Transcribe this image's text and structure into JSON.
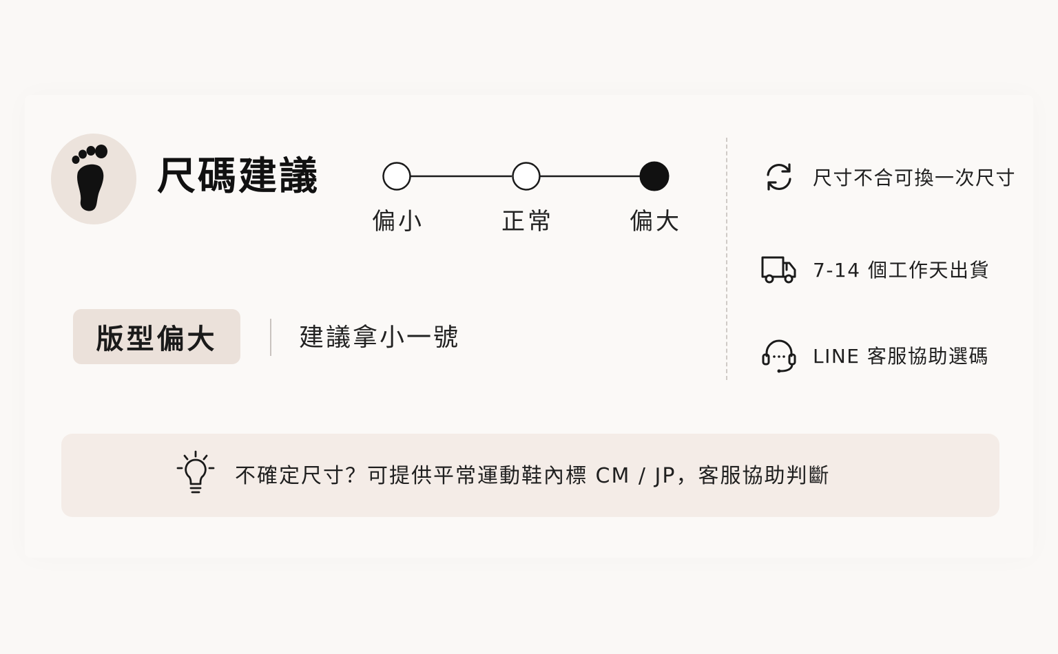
{
  "header": {
    "title": "尺碼建議",
    "icon": "foot-icon"
  },
  "scale": {
    "labels": [
      "偏小",
      "正常",
      "偏大"
    ],
    "selected_index": 2
  },
  "fit": {
    "badge": "版型偏大",
    "advice": "建議拿小一號"
  },
  "features": [
    {
      "icon": "exchange-icon",
      "text": "尺寸不合可換一次尺寸"
    },
    {
      "icon": "truck-icon",
      "text": "7-14 個工作天出貨"
    },
    {
      "icon": "headset-icon",
      "text": "LINE 客服協助選碼"
    }
  ],
  "tip": {
    "icon": "lightbulb-icon",
    "text": "不確定尺寸？可提供平常運動鞋內標 CM / JP，客服協助判斷"
  },
  "colors": {
    "background": "#faf8f6",
    "badge": "#ebe1da",
    "tip_background": "#f4ece7",
    "foot_circle": "#ece3dc",
    "ink": "#111111"
  }
}
